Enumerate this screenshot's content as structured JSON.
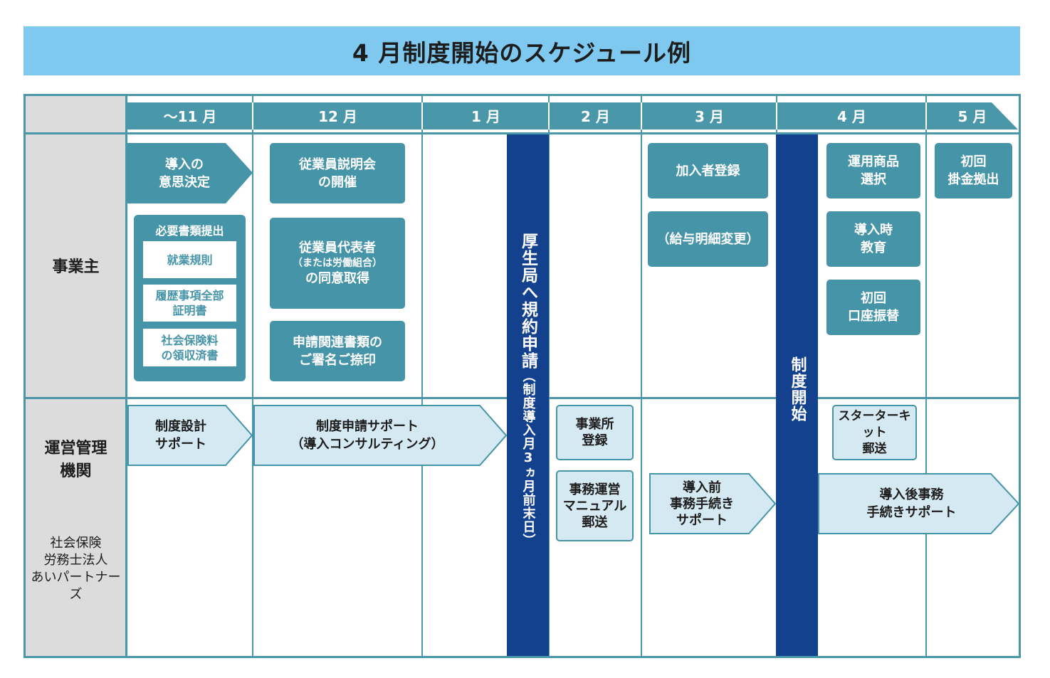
{
  "title": "4 月制度開始のスケジュール例",
  "months": [
    "～11 月",
    "12 月",
    "1 月",
    "2 月",
    "3 月",
    "4 月",
    "5 月"
  ],
  "rows": {
    "employer": "事業主",
    "admin": [
      "運営管理",
      "機関"
    ],
    "org": [
      "社会保険",
      "労務士法人",
      "あいパートナーズ"
    ]
  },
  "employer_tasks": {
    "decision": [
      "導入の",
      "意思決定"
    ],
    "docs_title": "必要書類提出",
    "docs": [
      [
        "就業規則"
      ],
      [
        "履歴事項全部",
        "証明書"
      ],
      [
        "社会保険料",
        "の領収済書"
      ]
    ],
    "briefing": [
      "従業員説明会",
      "の開催"
    ],
    "consent_a": "従業員代表者",
    "consent_b": "（または労働組合）",
    "consent_c": "の同意取得",
    "signature": [
      "申請関連書類の",
      "ご署名ご捺印"
    ],
    "enroll": "加入者登録",
    "salary": "（給与明細変更）",
    "product": [
      "運用商品",
      "選択"
    ],
    "education": [
      "導入時",
      "教育"
    ],
    "first_transfer": [
      "初回",
      "口座振替"
    ],
    "first_contrib": [
      "初回",
      "掛金拠出"
    ]
  },
  "bars": {
    "application": "厚生局へ規約申請",
    "application_note": "（制度導入月3ヵ月前末日）",
    "start": "制度開始"
  },
  "admin_tasks": {
    "design": [
      "制度設計",
      "サポート"
    ],
    "apply_support": [
      "制度申請サポート",
      "（導入コンサルティング）"
    ],
    "office_reg": [
      "事業所",
      "登録"
    ],
    "manual": [
      "事務運営",
      "マニュアル",
      "郵送"
    ],
    "pre_support": [
      "導入前",
      "事務手続き",
      "サポート"
    ],
    "starter": [
      "スターターキット",
      "郵送"
    ],
    "post_support": [
      "導入後事務",
      "手続きサポート"
    ]
  }
}
